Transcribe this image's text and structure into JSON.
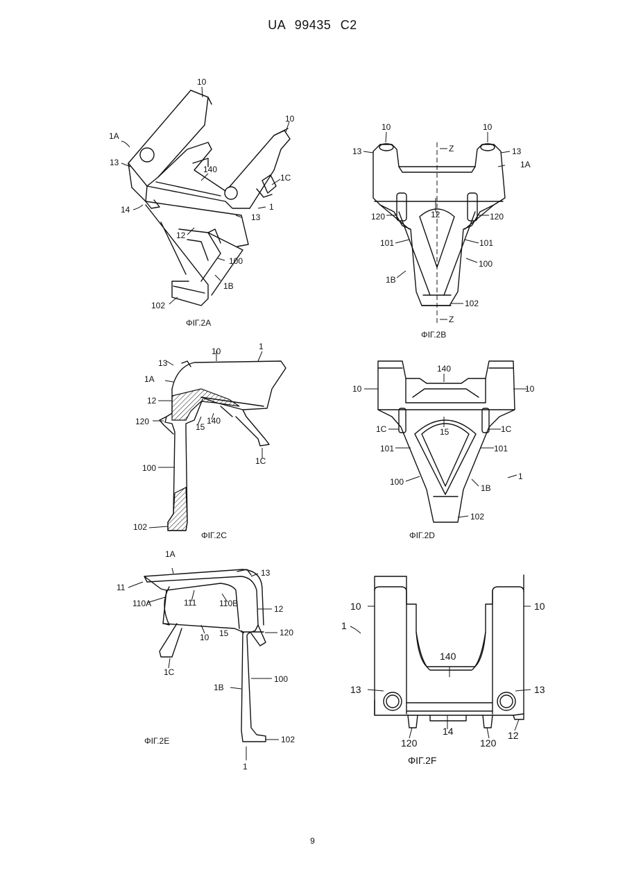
{
  "header": {
    "doc_code": "UA 99435 C2"
  },
  "page_number": "9",
  "figures": [
    {
      "id": "fig-2a",
      "caption": "ΦΙΓ.2A",
      "labels": [
        "10",
        "10",
        "1A",
        "13",
        "140",
        "1C",
        "14",
        "1",
        "13",
        "12",
        "100",
        "1B",
        "102"
      ]
    },
    {
      "id": "fig-2b",
      "caption": "ΦΙΓ.2B",
      "labels": [
        "10",
        "10",
        "13",
        "Z",
        "13",
        "1A",
        "12",
        "120",
        "120",
        "101",
        "101",
        "100",
        "1B",
        "102",
        "Z"
      ]
    },
    {
      "id": "fig-2c",
      "caption": "ΦΙΓ.2C",
      "labels": [
        "13",
        "10",
        "1",
        "1A",
        "12",
        "120",
        "15",
        "140",
        "1C",
        "100",
        "102"
      ]
    },
    {
      "id": "fig-2d",
      "caption": "ΦΙΓ.2D",
      "labels": [
        "140",
        "10",
        "10",
        "1C",
        "1C",
        "15",
        "101",
        "101",
        "1",
        "100",
        "1B",
        "102"
      ]
    },
    {
      "id": "fig-2e",
      "caption": "ΦΙΓ.2E",
      "labels": [
        "1A",
        "13",
        "11",
        "110A",
        "111",
        "110B",
        "12",
        "10",
        "15",
        "120",
        "1C",
        "1B",
        "100",
        "102",
        "1"
      ]
    },
    {
      "id": "fig-2f",
      "caption": "ΦΙΓ.2F",
      "labels": [
        "10",
        "10",
        "1",
        "140",
        "13",
        "13",
        "14",
        "120",
        "120",
        "12"
      ]
    }
  ]
}
